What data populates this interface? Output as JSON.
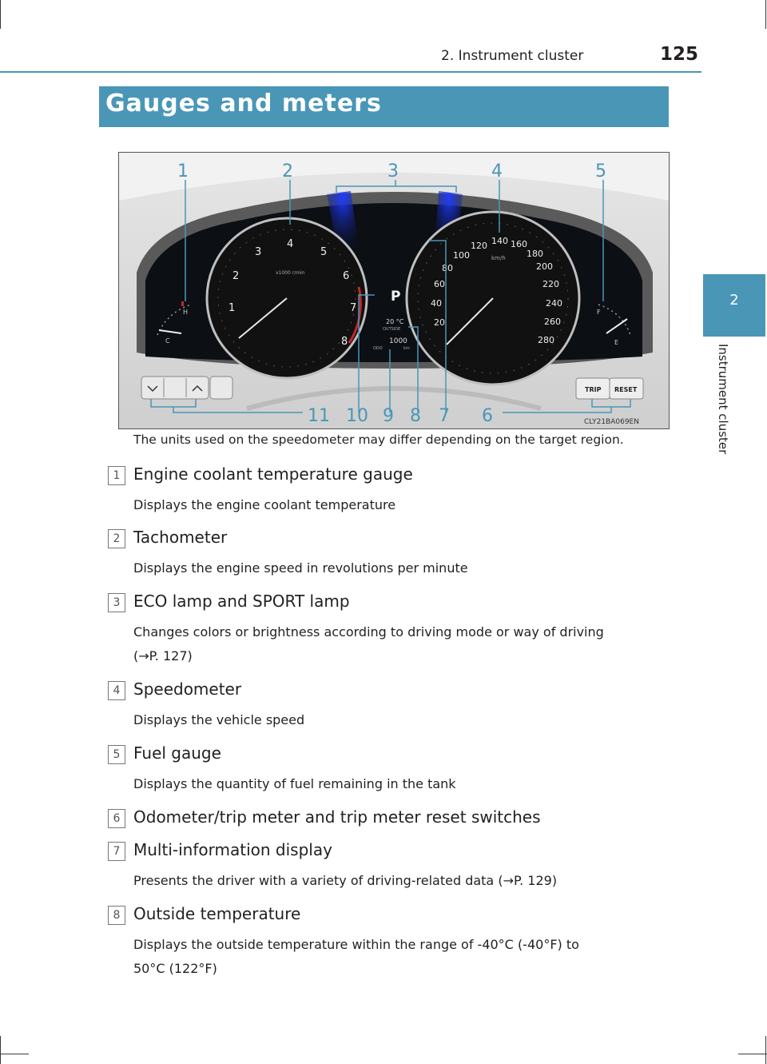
{
  "header": {
    "section": "2. Instrument cluster",
    "page": "125"
  },
  "side_tab": {
    "number": "2",
    "label": "Instrument cluster"
  },
  "banner": {
    "title": "Gauges and meters"
  },
  "figure": {
    "code": "CLY21BA069EN",
    "callouts": [
      "1",
      "2",
      "3",
      "4",
      "5",
      "6",
      "7",
      "8",
      "9",
      "10",
      "11"
    ],
    "tach_ticks": [
      "1",
      "2",
      "3",
      "4",
      "5",
      "6",
      "7",
      "8"
    ],
    "tach_unit": "x1000 r/min",
    "speed_ticks": [
      "20",
      "40",
      "60",
      "80",
      "100",
      "120",
      "140",
      "160",
      "180",
      "200",
      "220",
      "240",
      "260",
      "280"
    ],
    "speed_unit": "km/h",
    "gear": "P",
    "outside_temp": "20 °C",
    "outside_label": "OUTSIDE",
    "odo_value": "1000",
    "odo_label": "ODO",
    "odo_unit": "km",
    "temp_gauge": {
      "high": "H",
      "low": "C"
    },
    "fuel_gauge": {
      "full": "F",
      "empty": "E"
    },
    "trip_button": "TRIP",
    "reset_button": "RESET"
  },
  "caption": "The units used on the speedometer may differ depending on the target region.",
  "items": [
    {
      "num": "1",
      "title": "Engine coolant temperature gauge",
      "desc": [
        "Displays the engine coolant temperature"
      ]
    },
    {
      "num": "2",
      "title": "Tachometer",
      "desc": [
        "Displays the engine speed in revolutions per minute"
      ]
    },
    {
      "num": "3",
      "title": "ECO lamp and SPORT lamp",
      "desc": [
        "Changes colors or brightness according to driving mode or way of driving",
        "(→P. 127)"
      ]
    },
    {
      "num": "4",
      "title": "Speedometer",
      "desc": [
        "Displays the vehicle speed"
      ]
    },
    {
      "num": "5",
      "title": "Fuel gauge",
      "desc": [
        "Displays the quantity of fuel remaining in the tank"
      ]
    },
    {
      "num": "6",
      "title": "Odometer/trip meter and trip meter reset switches",
      "desc": []
    },
    {
      "num": "7",
      "title": "Multi-information display",
      "desc": [
        "Presents the driver with a variety of driving-related data (→P. 129)"
      ]
    },
    {
      "num": "8",
      "title": "Outside temperature",
      "desc": [
        "Displays the outside temperature within the range of -40°C (-40°F) to",
        "50°C (122°F)"
      ]
    }
  ],
  "colors": {
    "accent": "#4a96b7",
    "display_bg": "#0c0f14",
    "callout": "#4a96b7"
  }
}
